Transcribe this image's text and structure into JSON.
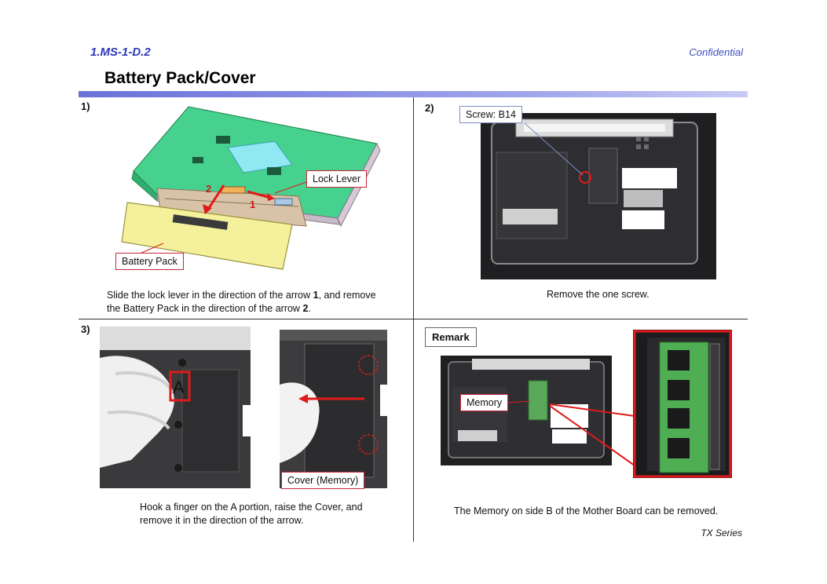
{
  "header": {
    "doc_id": "1.MS-1-D.2",
    "confidential": "Confidential",
    "title": "Battery Pack/Cover"
  },
  "steps": [
    {
      "number": "1)",
      "callouts": {
        "lock_lever": "Lock Lever",
        "battery_pack": "Battery Pack",
        "arrow1": "1",
        "arrow2": "2"
      },
      "caption_parts": [
        "Slide the lock lever in the direction of the arrow ",
        "1",
        ", and remove",
        "the Battery Pack in the direction of the arrow ",
        "2",
        "."
      ]
    },
    {
      "number": "2)",
      "callouts": {
        "screw": "Screw: B14"
      },
      "caption": "Remove the one screw."
    },
    {
      "number": "3)",
      "callouts": {
        "a_portion": "A",
        "cover": "Cover (Memory)"
      },
      "caption_line1": "Hook a finger on the A portion, raise the Cover, and",
      "caption_line2": "remove it in the direction of the arrow."
    }
  ],
  "remark": {
    "label": "Remark",
    "callouts": {
      "memory": "Memory"
    },
    "caption": "The Memory on side B of the Mother Board can be removed."
  },
  "footer": {
    "series": "TX Series"
  },
  "colors": {
    "accent_blue": "#2e39b8",
    "callout_red": "#c8283c",
    "board_green": "#3fcf8e",
    "battery_yellow": "#f3ef9a"
  }
}
